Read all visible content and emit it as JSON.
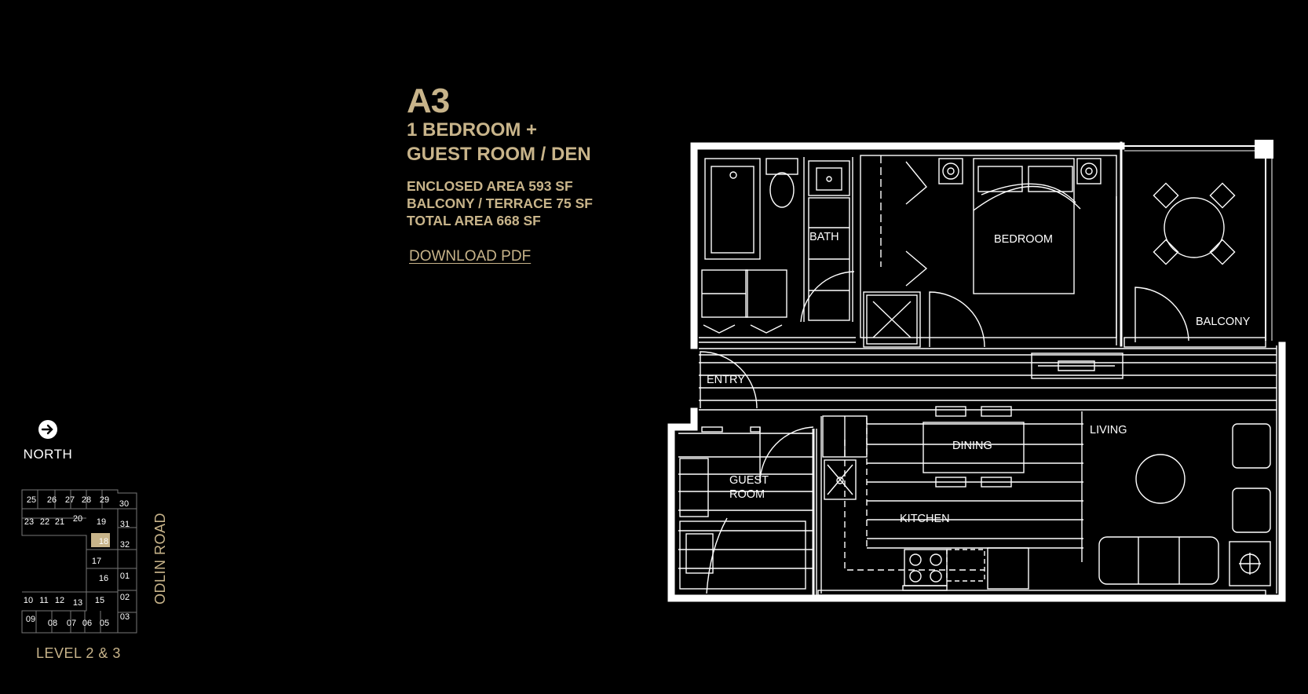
{
  "unit": {
    "code": "A3",
    "type_line1": "1 BEDROOM +",
    "type_line2": "GUEST ROOM / DEN",
    "enclosed_area": "ENCLOSED AREA 593 SF",
    "balcony_area": "BALCONY / TERRACE 75 SF",
    "total_area": "TOTAL AREA 668 SF",
    "download_label": "DOWNLOAD PDF"
  },
  "floor_plan": {
    "rooms": {
      "bath": "BATH",
      "bedroom": "BEDROOM",
      "balcony": "BALCONY",
      "entry": "ENTRY",
      "dining": "DINING",
      "living": "LIVING",
      "guest_line1": "GUEST",
      "guest_line2": "ROOM",
      "kitchen": "KITCHEN"
    }
  },
  "key_plan": {
    "north_label": "NORTH",
    "road_label": "ODLIN ROAD",
    "level_label": "LEVEL 2 & 3",
    "highlighted_unit": "18",
    "units": {
      "u25": "25",
      "u26": "26",
      "u27": "27",
      "u28": "28",
      "u29": "29",
      "u30": "30",
      "u23": "23",
      "u22": "22",
      "u21": "21",
      "u20": "20",
      "u19": "19",
      "u31": "31",
      "u18": "18",
      "u32": "32",
      "u17": "17",
      "u16": "16",
      "u01": "01",
      "u10": "10",
      "u11": "11",
      "u12": "12",
      "u13": "13",
      "u15": "15",
      "u02": "02",
      "u09": "09",
      "u08": "08",
      "u07": "07",
      "u06": "06",
      "u05": "05",
      "u03": "03"
    }
  },
  "colors": {
    "background": "#000000",
    "accent_gold": "#c8b48a",
    "line": "#ffffff"
  }
}
